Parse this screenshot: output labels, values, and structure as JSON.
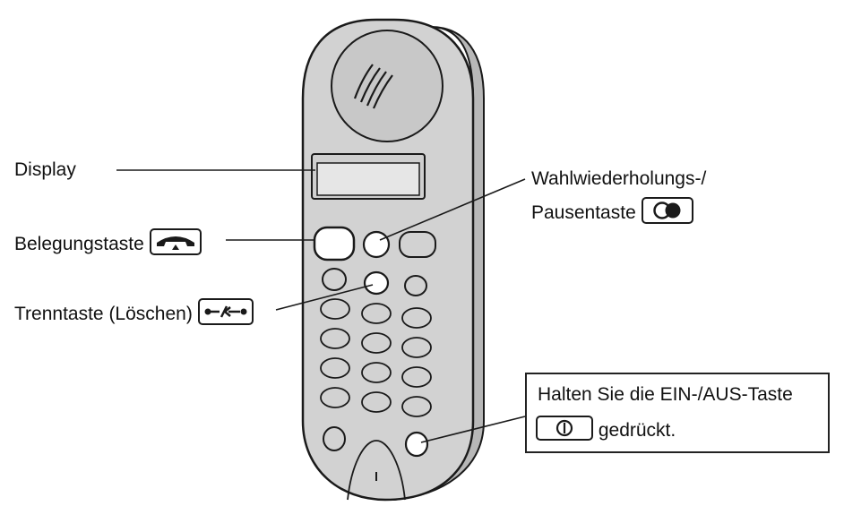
{
  "labels": {
    "display": "Display",
    "belegungstaste": "Belegungstaste",
    "trenntaste": "Trenntaste (Löschen)",
    "wahlwiederholung_line1": "Wahlwiederholungs-/",
    "wahlwiederholung_line2": "Pausentaste"
  },
  "note": {
    "line1": "Halten Sie die EIN-/AUS-Taste",
    "line2": "gedrückt."
  },
  "icons": {
    "talk_key": "handset-icon",
    "clear_key": "clear-arrows-icon",
    "redial_key": "redial-pause-icon",
    "power_key": "power-icon"
  },
  "colors": {
    "handset_body": "#d2d2d2",
    "handset_edge": "#b7b7b7",
    "outline": "#1a1a1a",
    "key_fill": "#ffffff"
  }
}
